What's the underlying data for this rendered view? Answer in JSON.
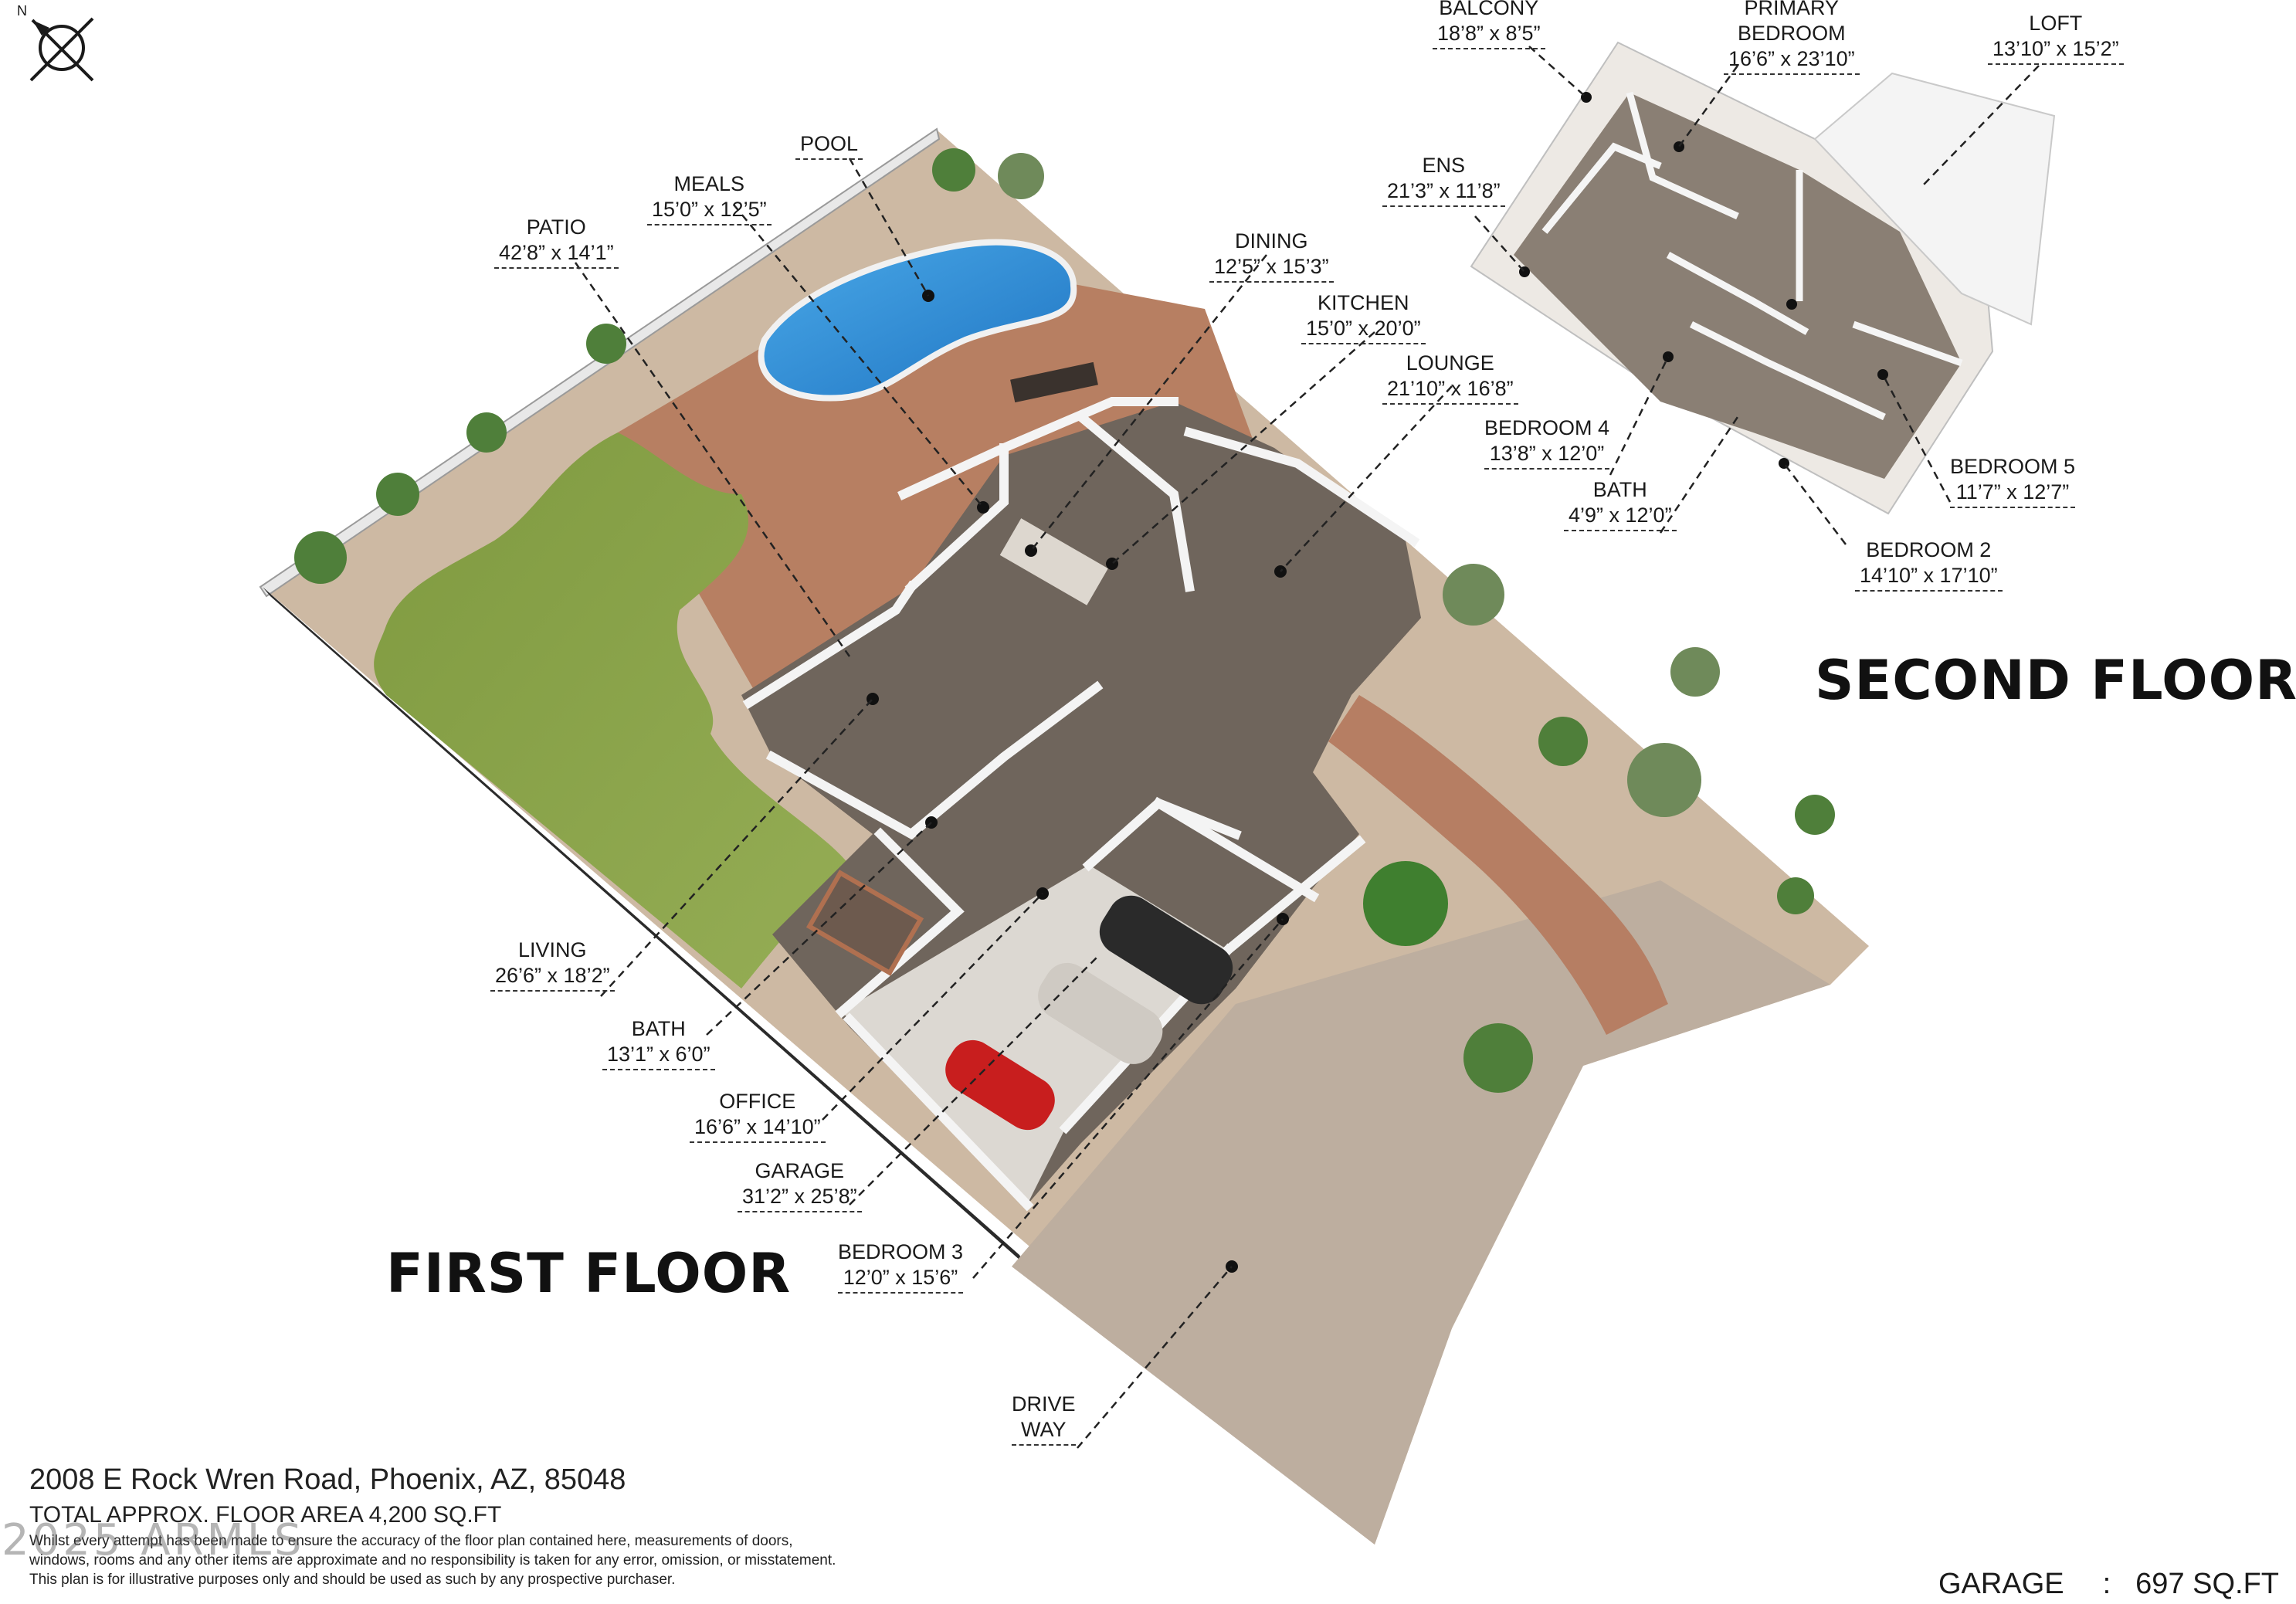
{
  "compass": {
    "north_label": "N"
  },
  "floors": {
    "first": "FIRST FLOOR",
    "second": "SECOND FLOOR"
  },
  "first_floor_rooms": {
    "pool": {
      "name": "POOL"
    },
    "meals": {
      "name": "MEALS",
      "dim": "15’0” x 12’5”"
    },
    "patio": {
      "name": "PATIO",
      "dim": "42’8” x 14’1”"
    },
    "dining": {
      "name": "DINING",
      "dim": "12’5” x 15’3”"
    },
    "kitchen": {
      "name": "KITCHEN",
      "dim": "15’0” x 20’0”"
    },
    "lounge": {
      "name": "LOUNGE",
      "dim": "21’10” x 16’8”"
    },
    "living": {
      "name": "LIVING",
      "dim": "26’6” x 18’2”"
    },
    "bath": {
      "name": "BATH",
      "dim": "13’1” x 6’0”"
    },
    "office": {
      "name": "OFFICE",
      "dim": "16’6” x 14’10”"
    },
    "garage": {
      "name": "GARAGE",
      "dim": "31’2” x 25’8”"
    },
    "bedroom3": {
      "name": "BEDROOM 3",
      "dim": "12’0” x 15’6”"
    },
    "driveway": {
      "name": "DRIVE",
      "dim": "WAY"
    }
  },
  "second_floor_rooms": {
    "balcony": {
      "name": "BALCONY",
      "dim": "18’8” x 8’5”"
    },
    "primary": {
      "name": "PRIMARY",
      "name2": "BEDROOM",
      "dim": "16’6” x 23’10”"
    },
    "loft": {
      "name": "LOFT",
      "dim": "13’10” x 15’2”"
    },
    "ens": {
      "name": "ENS",
      "dim": "21’3” x 11’8”"
    },
    "bedroom4": {
      "name": "BEDROOM 4",
      "dim": "13’8” x 12’0”"
    },
    "bath": {
      "name": "BATH",
      "dim": "4’9” x 12’0”"
    },
    "bedroom5": {
      "name": "BEDROOM 5",
      "dim": "11’7” x 12’7”"
    },
    "bedroom2": {
      "name": "BEDROOM 2",
      "dim": "14’10” x 17’10”"
    }
  },
  "info": {
    "address": "2008 E Rock Wren Road, Phoenix, AZ, 85048",
    "total_area": "TOTAL APPROX. FLOOR AREA 4,200 SQ.FT",
    "disclaimer_1": "Whilst every attempt has been made to ensure the accuracy of the floor plan contained here, measurements of doors,",
    "disclaimer_2": "windows, rooms and any other items are approximate and no responsibility is taken for any error, omission, or misstatement.",
    "disclaimer_3": "This plan is for illustrative purposes only and should be used as such by any prospective purchaser.",
    "watermark": "2025 ARMLS"
  },
  "garage_summary": {
    "label": "GARAGE",
    "separator": ":",
    "value": "697 SQ.FT"
  },
  "colors": {
    "lawn": "#88a148",
    "pool": "#2f8fd6",
    "gravel": "#c8b49e",
    "pavers": "#b57e62",
    "floor_wood": "#6b625a",
    "driveway": "#bcae9e",
    "wall": "#f2f2f2"
  }
}
